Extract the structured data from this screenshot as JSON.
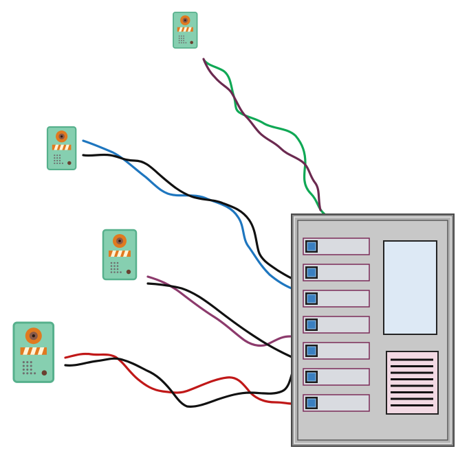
{
  "colors": {
    "background": "#ffffff",
    "intercom_body": "#86cfb0",
    "intercom_edge": "#56b08c",
    "intercom_lens": "#e07a20",
    "intercom_lens_core": "#8a5a48",
    "intercom_stripe": "#e07a20",
    "intercom_stripe_light": "#fff4d8",
    "intercom_dots": "#6e6e6e",
    "panel_outer": "#8e8e8e",
    "panel_face": "#c8c8c8",
    "panel_border": "#5a5a5a",
    "slot_fill": "#d9dbe0",
    "slot_border": "#7a2a58",
    "button_fill": "#3a7fc0",
    "button_border": "#111111",
    "screen_fill": "#dde9f5",
    "grille_fill": "#f2d9e3",
    "wire_green": "#10a855",
    "wire_purple": "#6b2a50",
    "wire_blue": "#1e76bf",
    "wire_black": "#111111",
    "wire_mauve": "#8c3a6c",
    "wire_red": "#c01818"
  },
  "diagram": {
    "intercom_units": [
      {
        "id": "unit-1",
        "icon": "door-intercom-icon"
      },
      {
        "id": "unit-2",
        "icon": "door-intercom-icon"
      },
      {
        "id": "unit-3",
        "icon": "door-intercom-icon"
      },
      {
        "id": "unit-4",
        "icon": "door-intercom-icon"
      }
    ],
    "control_panel": {
      "icon": "intercom-control-panel-icon",
      "button_count": 7,
      "has_display": true,
      "has_speaker_grille": true
    },
    "wires": [
      {
        "from": "unit-1",
        "to": "control-panel",
        "color": "wire_purple"
      },
      {
        "from": "unit-1",
        "to": "control-panel",
        "color": "wire_green"
      },
      {
        "from": "unit-2",
        "to": "control-panel",
        "color": "wire_blue"
      },
      {
        "from": "unit-2",
        "to": "control-panel",
        "color": "wire_black"
      },
      {
        "from": "unit-3",
        "to": "control-panel",
        "color": "wire_mauve"
      },
      {
        "from": "unit-3",
        "to": "control-panel",
        "color": "wire_black"
      },
      {
        "from": "unit-4",
        "to": "control-panel",
        "color": "wire_red"
      },
      {
        "from": "unit-4",
        "to": "control-panel",
        "color": "wire_black"
      }
    ]
  }
}
